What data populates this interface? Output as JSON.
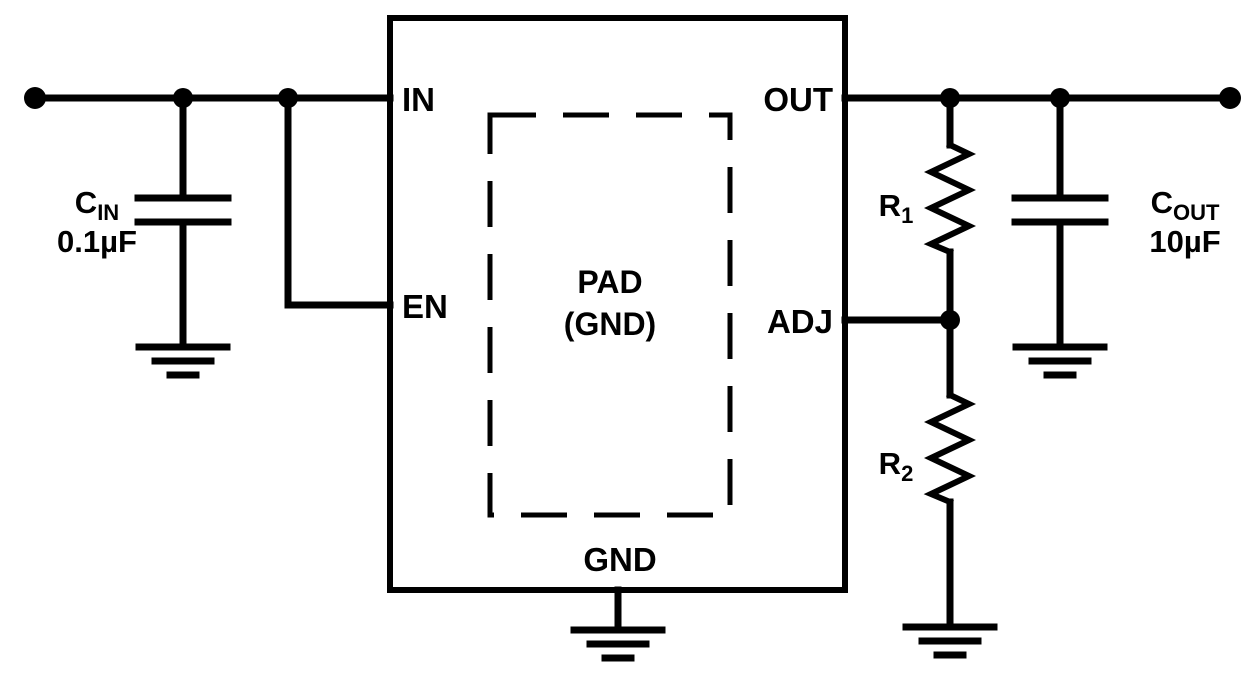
{
  "colors": {
    "line": "#000000",
    "text": "#000000",
    "background": "#ffffff"
  },
  "ic": {
    "pin_in": "IN",
    "pin_en": "EN",
    "pin_out": "OUT",
    "pin_adj": "ADJ",
    "pin_gnd": "GND",
    "pad_line1": "PAD",
    "pad_line2": "(GND)"
  },
  "components": {
    "cin": {
      "ref": "C",
      "sub": "IN",
      "value": "0.1µF"
    },
    "cout": {
      "ref": "C",
      "sub": "OUT",
      "value": "10µF"
    },
    "r1": {
      "ref": "R",
      "sub": "1"
    },
    "r2": {
      "ref": "R",
      "sub": "2"
    }
  }
}
